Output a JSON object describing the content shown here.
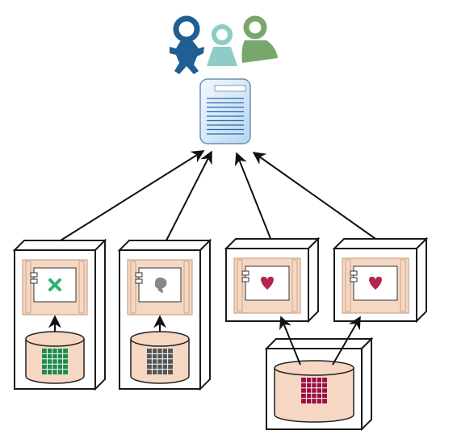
{
  "diagram": {
    "users": [
      {
        "icon": "person-blue-icon",
        "color": "#1f5f93"
      },
      {
        "icon": "person-teal-icon",
        "color": "#8ecdc5"
      },
      {
        "icon": "person-green-icon",
        "color": "#78a66c"
      }
    ],
    "document": {
      "icon": "report-document-icon",
      "header_color": "#ffffff",
      "line_color": "#2a6aad"
    },
    "colors": {
      "node_border": "#1a1a1a",
      "component_fill": "#f6d7c3",
      "component_border": "#c9a58a",
      "arrow": "#111111",
      "grid_green": "#1f8a4a",
      "grid_gray": "#555555",
      "grid_crimson": "#9b1040",
      "symbol_green": "#2bb572",
      "symbol_gray": "#888888",
      "symbol_crimson": "#b3254a"
    },
    "nodes": [
      {
        "name": "node-1",
        "component_symbol": "x-mark-icon",
        "symbol_color": "#2bb572",
        "has_database": true,
        "db_grid_color": "#1f8a4a"
      },
      {
        "name": "node-2",
        "component_symbol": "blob-icon",
        "symbol_color": "#888888",
        "has_database": true,
        "db_grid_color": "#555555"
      },
      {
        "name": "node-3",
        "component_symbol": "heart-icon",
        "symbol_color": "#b3254a",
        "has_database": false
      },
      {
        "name": "node-4",
        "component_symbol": "heart-icon",
        "symbol_color": "#b3254a",
        "has_database": false
      }
    ],
    "shared_database": {
      "name": "shared-database-node",
      "grid_color": "#9b1040"
    }
  }
}
